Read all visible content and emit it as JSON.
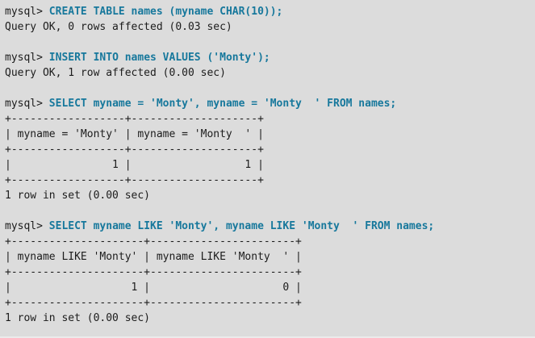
{
  "terminal": {
    "colors": {
      "background": "#dcdcdc",
      "text": "#1c1c1c",
      "sql_keyword": "#17789c"
    },
    "prompt": "mysql> ",
    "lines": [
      {
        "kind": "command",
        "text": "CREATE TABLE names (myname CHAR(10));"
      },
      {
        "kind": "output",
        "text": "Query OK, 0 rows affected (0.03 sec)"
      },
      {
        "kind": "blank",
        "text": ""
      },
      {
        "kind": "command",
        "text": "INSERT INTO names VALUES ('Monty');"
      },
      {
        "kind": "output",
        "text": "Query OK, 1 row affected (0.00 sec)"
      },
      {
        "kind": "blank",
        "text": ""
      },
      {
        "kind": "command",
        "text": "SELECT myname = 'Monty', myname = 'Monty  ' FROM names;"
      },
      {
        "kind": "output",
        "text": "+------------------+--------------------+"
      },
      {
        "kind": "output",
        "text": "| myname = 'Monty' | myname = 'Monty  ' |"
      },
      {
        "kind": "output",
        "text": "+------------------+--------------------+"
      },
      {
        "kind": "output",
        "text": "|                1 |                  1 |"
      },
      {
        "kind": "output",
        "text": "+------------------+--------------------+"
      },
      {
        "kind": "output",
        "text": "1 row in set (0.00 sec)"
      },
      {
        "kind": "blank",
        "text": ""
      },
      {
        "kind": "command",
        "text": "SELECT myname LIKE 'Monty', myname LIKE 'Monty  ' FROM names;"
      },
      {
        "kind": "output",
        "text": "+---------------------+-----------------------+"
      },
      {
        "kind": "output",
        "text": "| myname LIKE 'Monty' | myname LIKE 'Monty  ' |"
      },
      {
        "kind": "output",
        "text": "+---------------------+-----------------------+"
      },
      {
        "kind": "output",
        "text": "|                   1 |                     0 |"
      },
      {
        "kind": "output",
        "text": "+---------------------+-----------------------+"
      },
      {
        "kind": "output",
        "text": "1 row in set (0.00 sec)"
      }
    ]
  }
}
